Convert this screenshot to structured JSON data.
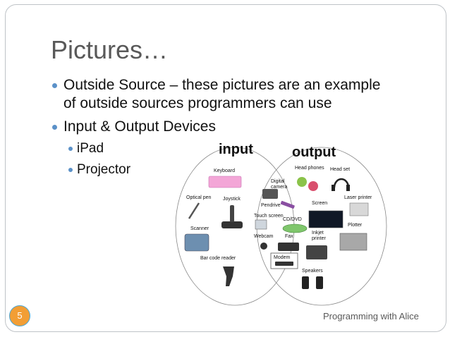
{
  "slide": {
    "title": "Pictures…",
    "bullets": [
      {
        "text_line1": "Outside Source – these pictures are an example",
        "text_line2": "of outside sources programmers can use"
      },
      {
        "text": "Input & Output Devices"
      }
    ],
    "sub_bullets": [
      "iPad",
      "Projector"
    ],
    "page_number": "5",
    "footer": "Programming with Alice"
  },
  "diagram": {
    "input_title": "input",
    "output_title": "output",
    "input_labels": {
      "keyboard": "Keyboard",
      "optical_pen": "Optical pen",
      "joystick": "Joystick",
      "scanner": "Scanner",
      "bar_code_reader": "Bar code reader"
    },
    "shared_labels": {
      "digital_camera_1": "Digital",
      "digital_camera_2": "camera",
      "pendrive": "Pendrive",
      "touch_screen": "Touch screen",
      "cd_dvd": "CD/DVD",
      "webcam": "Webcam",
      "fax": "Fax",
      "modem": "Modem"
    },
    "output_labels": {
      "head_phones": "Head phones",
      "head_set": "Head set",
      "screen": "Screen",
      "laser_printer": "Laser printer",
      "plotter": "Plotter",
      "inkjet_1": "Inkjet",
      "inkjet_2": "printer",
      "speakers": "Speakers"
    }
  }
}
